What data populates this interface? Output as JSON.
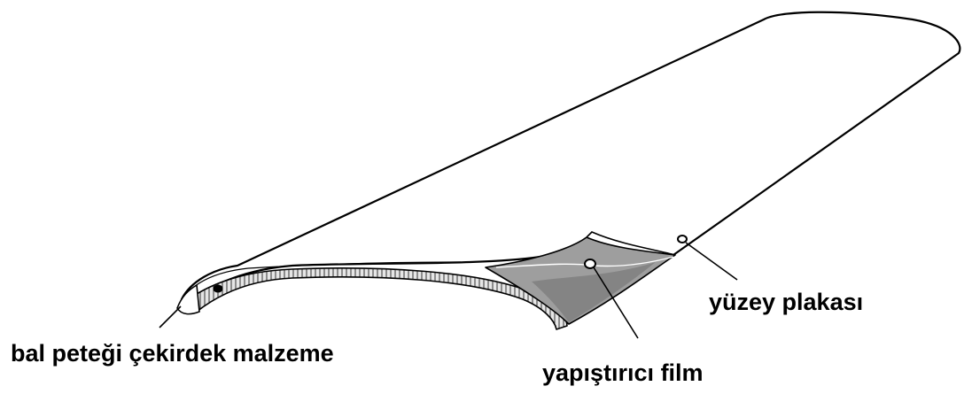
{
  "diagram": {
    "labels": {
      "honeycomb_core": "bal peteği çekirdek malzeme",
      "face_sheet": "yüzey plakası",
      "adhesive_film": "yapıştırıcı film"
    },
    "colors": {
      "outline": "#000000",
      "skin": "#ffffff",
      "core": "#d9d9d9",
      "film": "#9e9e9e",
      "film_dark": "#6f6f6f"
    }
  }
}
